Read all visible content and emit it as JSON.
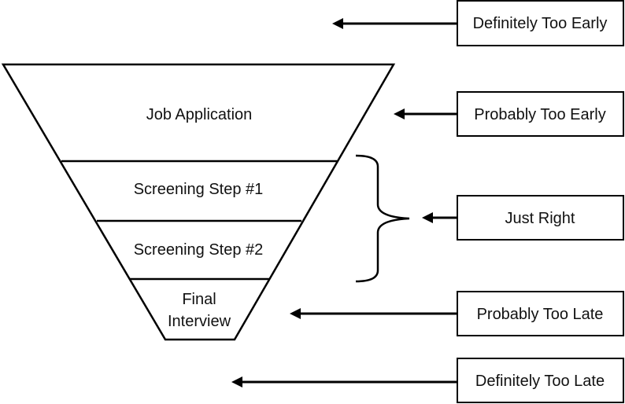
{
  "funnel": {
    "stages": [
      {
        "label": "Job Application"
      },
      {
        "label": "Screening Step #1"
      },
      {
        "label": "Screening Step #2"
      },
      {
        "label_line1": "Final",
        "label_line2": "Interview"
      }
    ]
  },
  "timing_boxes": [
    {
      "label": "Definitely Too Early"
    },
    {
      "label": "Probably Too Early"
    },
    {
      "label": "Just Right"
    },
    {
      "label": "Probably Too Late"
    },
    {
      "label": "Definitely Too Late"
    }
  ]
}
